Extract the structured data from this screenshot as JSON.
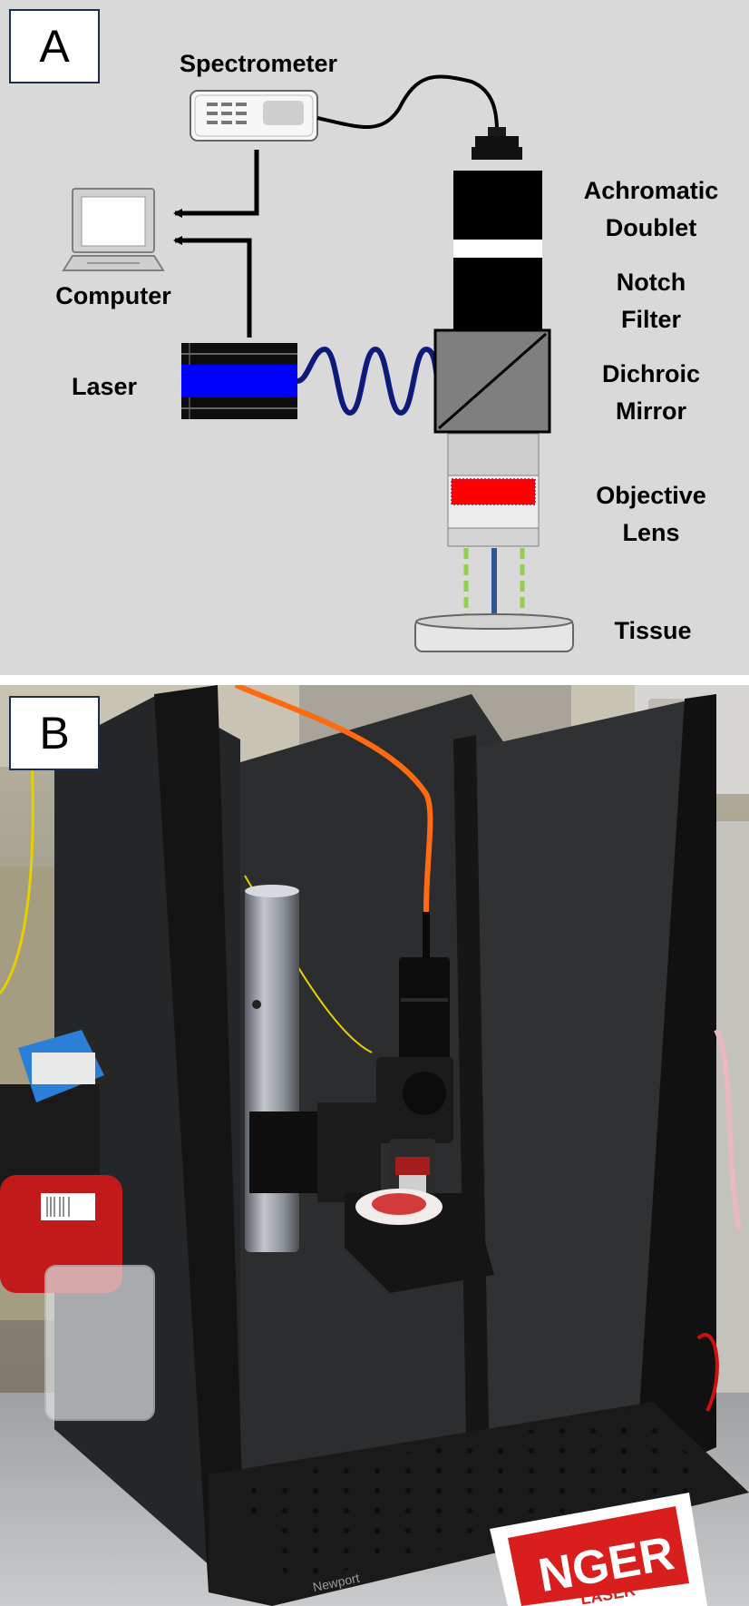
{
  "panel_a": {
    "label": "A",
    "labels": {
      "spectrometer": "Spectrometer",
      "computer": "Computer",
      "laser": "Laser",
      "achromatic": "Achromatic",
      "doublet": "Doublet",
      "notch": "Notch",
      "filter": "Filter",
      "dichroic": "Dichroic",
      "mirror": "Mirror",
      "objective": "Objective",
      "lens": "Lens",
      "tissue": "Tissue"
    },
    "colors": {
      "background": "#d9d9d9",
      "laser_beam": "#0000ff",
      "fiber": "#0b1a8c",
      "objective_band": "#ff0000",
      "raman_light": "#92d050",
      "excitation_light": "#2f5597"
    }
  },
  "panel_b": {
    "label": "B",
    "photo_text": {
      "breadboard_brand": "Newport",
      "warning_sign": "NGER",
      "warning_sub": "LASER"
    }
  }
}
